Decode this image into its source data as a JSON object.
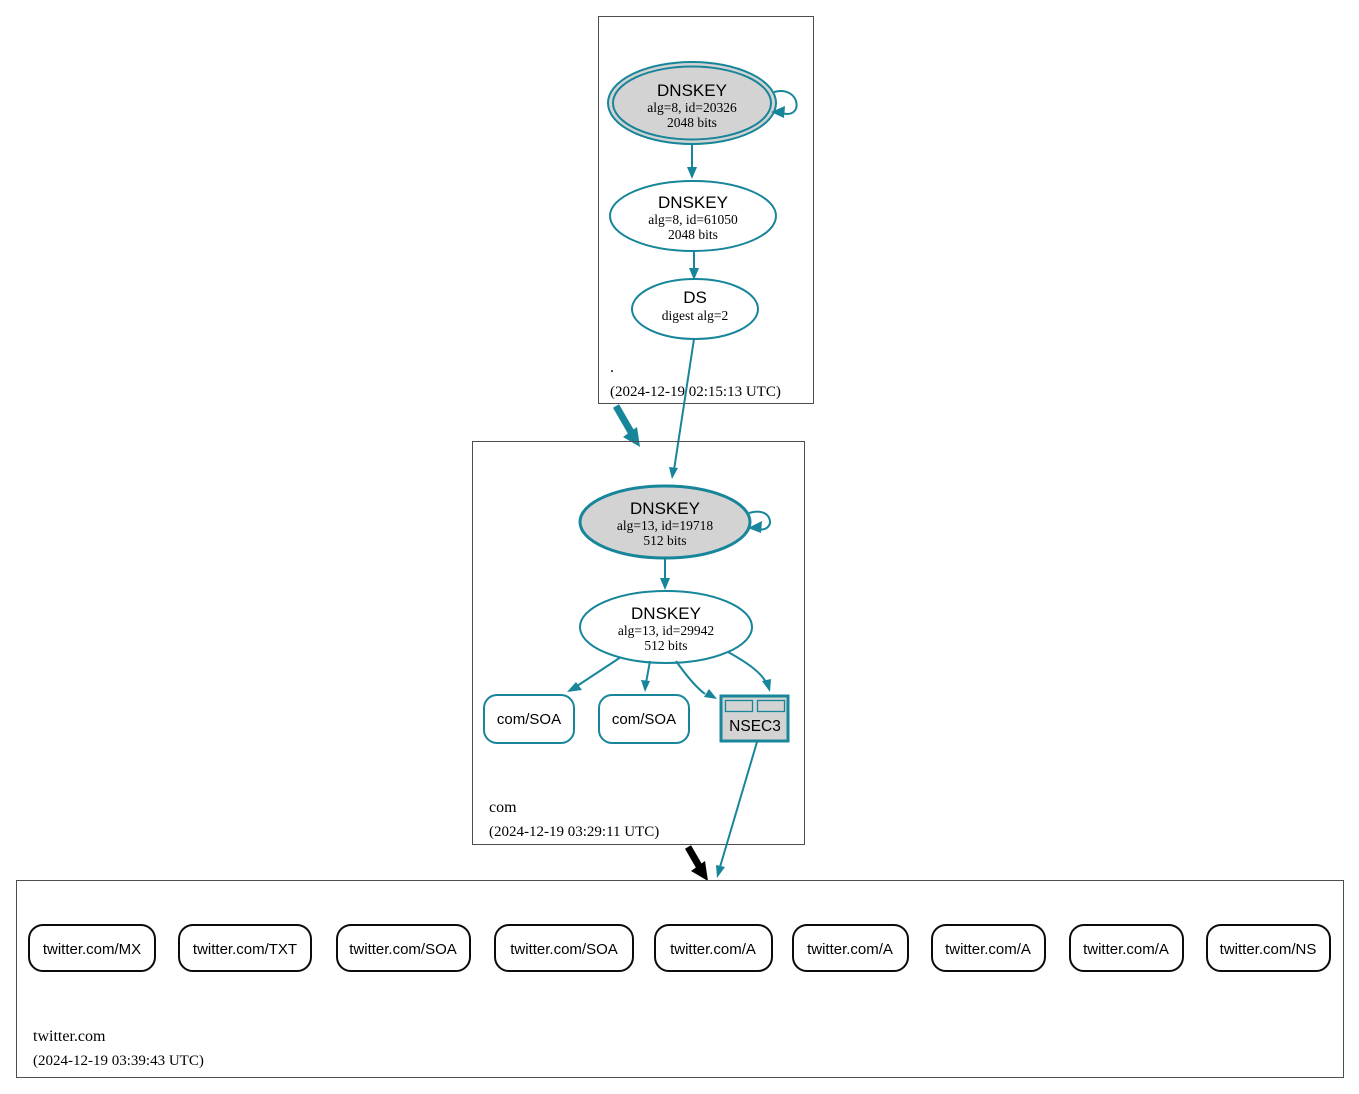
{
  "diagram_colors": {
    "edge_teal": "#17859a",
    "node_fill_gray": "#d3d3d3",
    "edge_black": "#000000",
    "box_border": "#4d4d4d"
  },
  "zones": {
    "root": {
      "label": ".",
      "timestamp": "(2024-12-19 02:15:13 UTC)",
      "ksk": {
        "title": "DNSKEY",
        "attrs": "alg=8, id=20326",
        "bits": "2048 bits"
      },
      "zsk": {
        "title": "DNSKEY",
        "attrs": "alg=8, id=61050",
        "bits": "2048 bits"
      },
      "ds": {
        "title": "DS",
        "attrs": "digest alg=2"
      }
    },
    "com": {
      "label": "com",
      "timestamp": "(2024-12-19 03:29:11 UTC)",
      "ksk": {
        "title": "DNSKEY",
        "attrs": "alg=13, id=19718",
        "bits": "512 bits"
      },
      "zsk": {
        "title": "DNSKEY",
        "attrs": "alg=13, id=29942",
        "bits": "512 bits"
      },
      "soa1": {
        "label": "com/SOA"
      },
      "soa2": {
        "label": "com/SOA"
      },
      "nsec3": {
        "label": "NSEC3"
      }
    },
    "twitter": {
      "label": "twitter.com",
      "timestamp": "(2024-12-19 03:39:43 UTC)",
      "records": [
        {
          "label": "twitter.com/MX"
        },
        {
          "label": "twitter.com/TXT"
        },
        {
          "label": "twitter.com/SOA"
        },
        {
          "label": "twitter.com/SOA"
        },
        {
          "label": "twitter.com/A"
        },
        {
          "label": "twitter.com/A"
        },
        {
          "label": "twitter.com/A"
        },
        {
          "label": "twitter.com/A"
        },
        {
          "label": "twitter.com/NS"
        }
      ]
    }
  }
}
